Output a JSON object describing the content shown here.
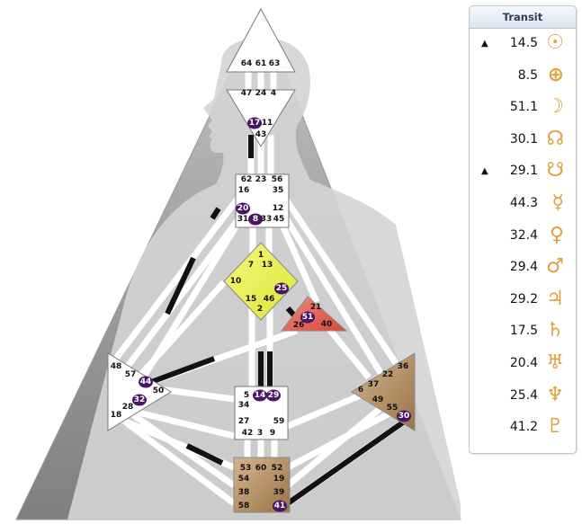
{
  "diagram": {
    "gate_labels": {
      "64": "64",
      "61": "61",
      "63": "63",
      "47": "47",
      "24": "24",
      "4": "4",
      "17": "17",
      "11": "11",
      "43": "43",
      "62": "62",
      "23": "23",
      "56": "56",
      "16": "16",
      "35": "35",
      "20": "20",
      "12": "12",
      "31": "31",
      "8": "8",
      "33": "33",
      "45": "45",
      "1": "1",
      "7": "7",
      "13": "13",
      "10": "10",
      "25": "25",
      "15": "15",
      "46": "46",
      "2": "2",
      "21": "21",
      "51": "51",
      "26": "26",
      "40": "40",
      "48": "48",
      "57": "57",
      "44": "44",
      "50": "50",
      "32": "32",
      "28": "28",
      "18": "18",
      "36": "36",
      "22": "22",
      "6": "6",
      "37": "37",
      "49": "49",
      "55": "55",
      "30": "30",
      "5": "5",
      "14": "14",
      "29": "29",
      "34": "34",
      "27": "27",
      "59": "59",
      "42": "42",
      "3": "3",
      "9": "9",
      "53": "53",
      "60": "60",
      "52": "52",
      "54": "54",
      "19": "19",
      "38": "38",
      "39": "39",
      "58": "58",
      "41": "41"
    },
    "highlighted_gates": [
      "17",
      "20",
      "8",
      "25",
      "51",
      "44",
      "32",
      "14",
      "29",
      "30",
      "41"
    ],
    "colors": {
      "background_triangle": "#8e8e8e",
      "silhouette": "#c9c9c9",
      "channel": "#ffffff",
      "active_channel": "#111111",
      "highlight_gate": "#4a1566",
      "g_center": "#e8f24f",
      "heart_center": "#e4584b",
      "spleen_center": "#ba9060",
      "solar_plexus": "#b08a5a",
      "root_center": "#ba9060",
      "white_center": "#ffffff"
    }
  },
  "transit": {
    "title": "Transit",
    "rows": [
      {
        "mark": "▲",
        "value": "14.5",
        "planet": "sun-icon",
        "glyph": "☉"
      },
      {
        "mark": "",
        "value": "8.5",
        "planet": "earth-icon",
        "glyph": "⊕"
      },
      {
        "mark": "",
        "value": "51.1",
        "planet": "moon-icon",
        "glyph": "☽"
      },
      {
        "mark": "",
        "value": "30.1",
        "planet": "north-node-icon",
        "glyph": "☊"
      },
      {
        "mark": "▲",
        "value": "29.1",
        "planet": "south-node-icon",
        "glyph": "☋"
      },
      {
        "mark": "",
        "value": "44.3",
        "planet": "mercury-icon",
        "glyph": "☿"
      },
      {
        "mark": "",
        "value": "32.4",
        "planet": "venus-icon",
        "glyph": "♀"
      },
      {
        "mark": "",
        "value": "29.4",
        "planet": "mars-icon",
        "glyph": "♂"
      },
      {
        "mark": "",
        "value": "29.2",
        "planet": "jupiter-icon",
        "glyph": "♃"
      },
      {
        "mark": "",
        "value": "17.5",
        "planet": "saturn-icon",
        "glyph": "♄"
      },
      {
        "mark": "",
        "value": "20.4",
        "planet": "uranus-icon",
        "glyph": "♅"
      },
      {
        "mark": "",
        "value": "25.4",
        "planet": "neptune-icon",
        "glyph": "♆"
      },
      {
        "mark": "",
        "value": "41.2",
        "planet": "pluto-icon",
        "glyph": "♇"
      }
    ],
    "glyph_color": "#e0a23c"
  }
}
